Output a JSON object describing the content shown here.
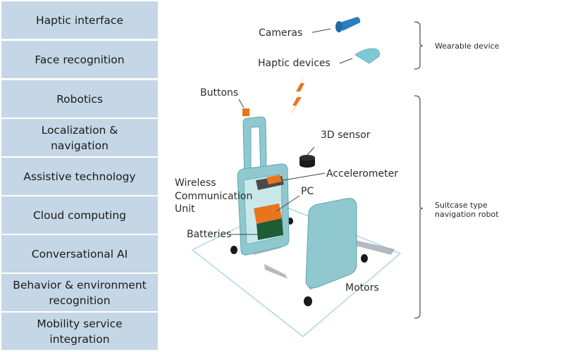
{
  "technologies": [
    "Haptic interface",
    "Face recognition",
    "Robotics",
    "Localization &\nnavigation",
    "Assistive technology",
    "Cloud computing",
    "Conversational AI",
    "Behavior & environment\nrecognition",
    "Mobility service\nintegration"
  ],
  "components": {
    "cameras": "Cameras",
    "haptic_devices": "Haptic devices",
    "buttons": "Buttons",
    "sensor_3d": "3D sensor",
    "accelerometer": "Accelerometer",
    "wireless_line1": "Wireless",
    "wireless_line2": "Communication",
    "wireless_line3": "Unit",
    "pc": "PC",
    "batteries": "Batteries",
    "motors": "Motors"
  },
  "groups": {
    "wearable": "Wearable device",
    "robot_line1": "Suitcase type",
    "robot_line2": "navigation robot"
  },
  "colors": {
    "tile": "#c5d7e6",
    "suitcase": "#8fc9cf",
    "orange": "#e8741c",
    "camera_blue": "#2a7fbf",
    "battery_green": "#1e5c34",
    "base_outline": "#a9d8e6"
  }
}
